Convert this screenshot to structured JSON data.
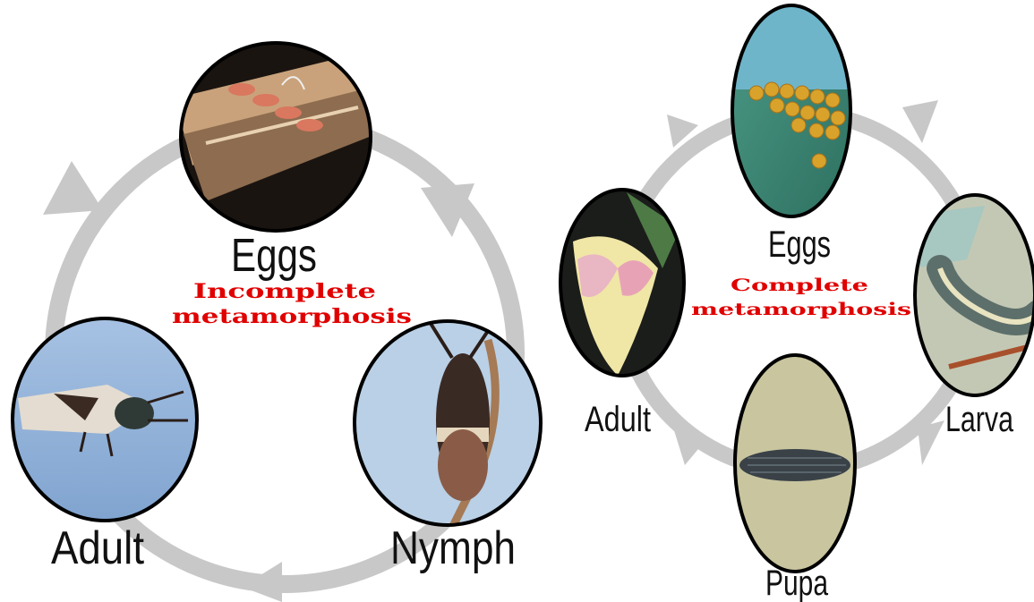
{
  "left_cycle": {
    "title_line1": "Incomplete",
    "title_line2": "metamorphosis",
    "stages": {
      "eggs": "Eggs",
      "nymph": "Nymph",
      "adult": "Adult"
    }
  },
  "right_cycle": {
    "title_line1": "Complete",
    "title_line2": "metamorphosis",
    "stages": {
      "eggs": "Eggs",
      "larva": "Larva",
      "pupa": "Pupa",
      "adult": "Adult"
    }
  },
  "colors": {
    "arrow": "#c8c8c8",
    "title": "#e00000",
    "outline": "#000000",
    "sky": "#9fbde0",
    "leaf": "#3f8a78"
  }
}
